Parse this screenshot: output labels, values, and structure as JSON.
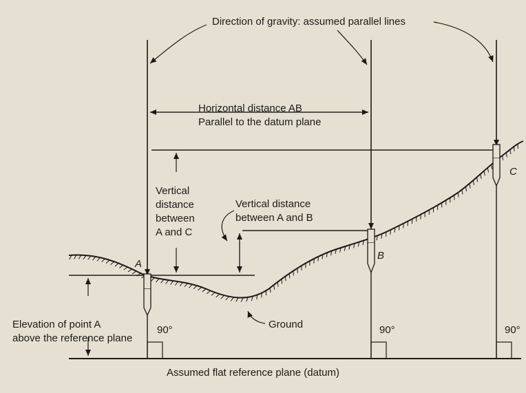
{
  "labels": {
    "gravity": "Direction of gravity: assumed parallel lines",
    "horizontal_line1": "Horizontal distance AB",
    "horizontal_line2": "Parallel to the datum plane",
    "vertical_ac_1": "Vertical",
    "vertical_ac_2": "distance",
    "vertical_ac_3": "between",
    "vertical_ac_4": "A and C",
    "vertical_ab_1": "Vertical distance",
    "vertical_ab_2": "between A and B",
    "elevation_1": "Elevation of point A",
    "elevation_2": "above the reference plane",
    "ground": "Ground",
    "datum": "Assumed flat reference plane (datum)",
    "angle": "90°",
    "point_a": "A",
    "point_b": "B",
    "point_c": "C"
  },
  "colors": {
    "paper": "#e6e0d2",
    "ink": "#1a1a1a"
  }
}
